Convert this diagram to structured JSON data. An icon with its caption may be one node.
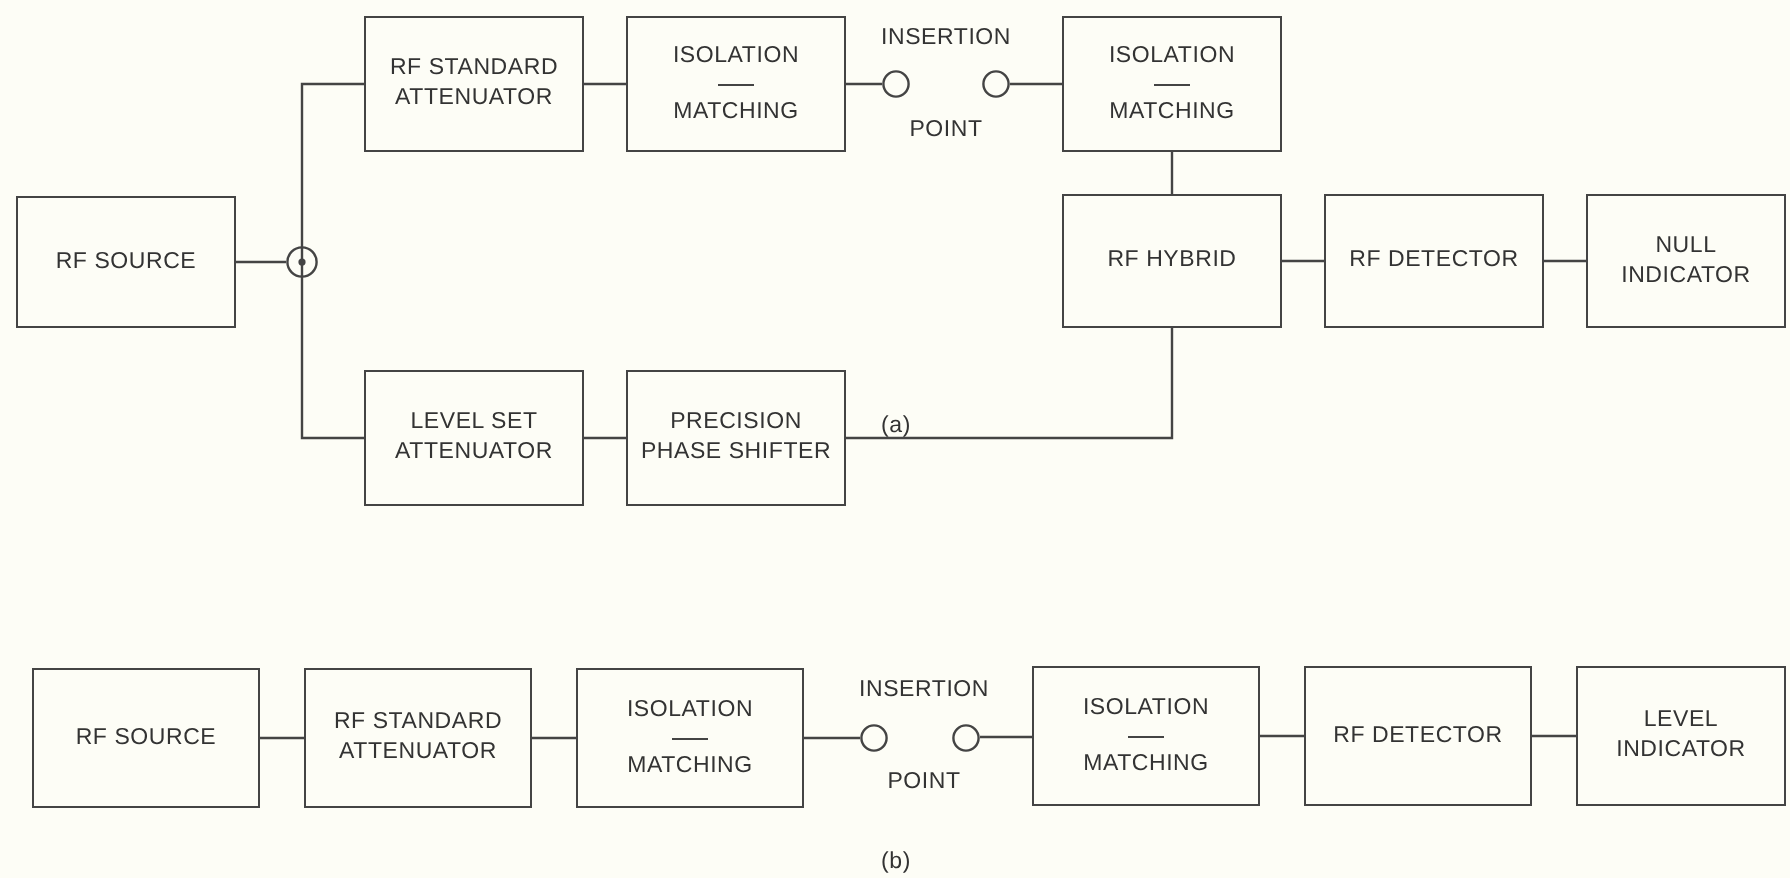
{
  "diagram": {
    "nodes": [
      {
        "text": [
          "RF SOURCE"
        ]
      },
      {
        "text": [],
        "shape": "circle"
      },
      {
        "text": [
          "RF STANDARD ATTENUATOR"
        ]
      },
      {
        "text": [
          "ISOLATION",
          "MATCHING"
        ]
      },
      {
        "text": [],
        "shape": "circle"
      },
      {
        "text": [],
        "shape": "circle"
      },
      {
        "text": [
          "ISOLATION",
          "MATCHING"
        ]
      },
      {
        "text": [
          "RF HYBRID"
        ]
      },
      {
        "text": [
          "RF DETECTOR"
        ]
      },
      {
        "text": [
          "NULL INDICATOR"
        ]
      },
      {
        "text": [
          "LEVEL SET ATTENUATOR"
        ]
      },
      {
        "text": [
          "PRECISION PHASE SHIFTER"
        ]
      },
      {
        "text": [
          "RF SOURCE"
        ]
      },
      {
        "text": [
          "RF STANDARD ATTENUATOR"
        ]
      },
      {
        "text": [
          "ISOLATION",
          "MATCHING"
        ]
      },
      {
        "text": [],
        "shape": "circle"
      },
      {
        "text": [],
        "shape": "circle"
      },
      {
        "text": [
          "ISOLATION",
          "MATCHING"
        ]
      },
      {
        "text": [
          "RF DETECTOR"
        ]
      },
      {
        "text": [
          "LEVEL INDICATOR"
        ]
      }
    ],
    "edges": [
      {
        "from": 0,
        "to": 1,
        "arrow": "none"
      },
      {
        "from": 1,
        "to": 2,
        "arrow": "none"
      },
      {
        "from": 1,
        "to": 10,
        "arrow": "none"
      },
      {
        "from": 2,
        "to": 3,
        "arrow": "none"
      },
      {
        "from": 3,
        "to": 4,
        "arrow": "none"
      },
      {
        "from": 5,
        "to": 6,
        "arrow": "none"
      },
      {
        "from": 6,
        "to": 7,
        "arrow": "none"
      },
      {
        "from": 7,
        "to": 8,
        "arrow": "none"
      },
      {
        "from": 8,
        "to": 9,
        "arrow": "none"
      },
      {
        "from": 10,
        "to": 11,
        "arrow": "none"
      },
      {
        "from": 11,
        "to": 7,
        "arrow": "none"
      },
      {
        "from": 12,
        "to": 13,
        "arrow": "none"
      },
      {
        "from": 13,
        "to": 14,
        "arrow": "none"
      },
      {
        "from": 14,
        "to": 15,
        "arrow": "none"
      },
      {
        "from": 16,
        "to": 17,
        "arrow": "none"
      },
      {
        "from": 17,
        "to": 18,
        "arrow": "none"
      },
      {
        "from": 18,
        "to": 19,
        "arrow": "none"
      }
    ],
    "labels": [
      "INSERTION",
      "POINT",
      "(a)",
      "INSERTION",
      "POINT",
      "(b)"
    ]
  }
}
